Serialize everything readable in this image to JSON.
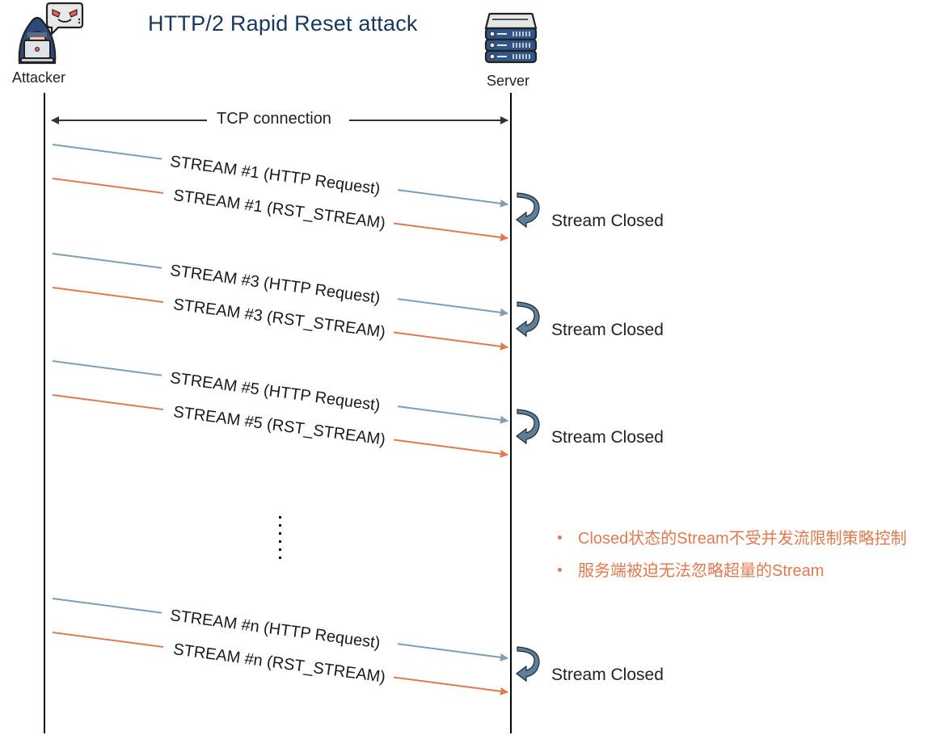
{
  "title": "HTTP/2 Rapid Reset attack",
  "actors": {
    "attacker": {
      "label": "Attacker",
      "icon": "hacker-icon"
    },
    "server": {
      "label": "Server",
      "icon": "server-rack-icon"
    }
  },
  "connection": {
    "label": "TCP connection"
  },
  "colors": {
    "title": "#17375e",
    "request": "#7f9db5",
    "reset": "#e07a50",
    "closed_arrow": "#5e7f97",
    "note": "#e07a50"
  },
  "streams": [
    {
      "id": "1",
      "request_label": "STREAM #1 (HTTP Request)",
      "reset_label": "STREAM #1 (RST_STREAM)",
      "status": "Stream Closed"
    },
    {
      "id": "3",
      "request_label": "STREAM #3 (HTTP Request)",
      "reset_label": "STREAM #3 (RST_STREAM)",
      "status": "Stream Closed"
    },
    {
      "id": "5",
      "request_label": "STREAM #5 (HTTP Request)",
      "reset_label": "STREAM #5 (RST_STREAM)",
      "status": "Stream Closed"
    },
    {
      "id": "n",
      "request_label": "STREAM #n (HTTP Request)",
      "reset_label": "STREAM #n (RST_STREAM)",
      "status": "Stream Closed"
    }
  ],
  "ellipsis": "⋮",
  "notes": [
    "Closed状态的Stream不受并发流限制策略控制",
    "服务端被迫无法忽略超量的Stream"
  ]
}
